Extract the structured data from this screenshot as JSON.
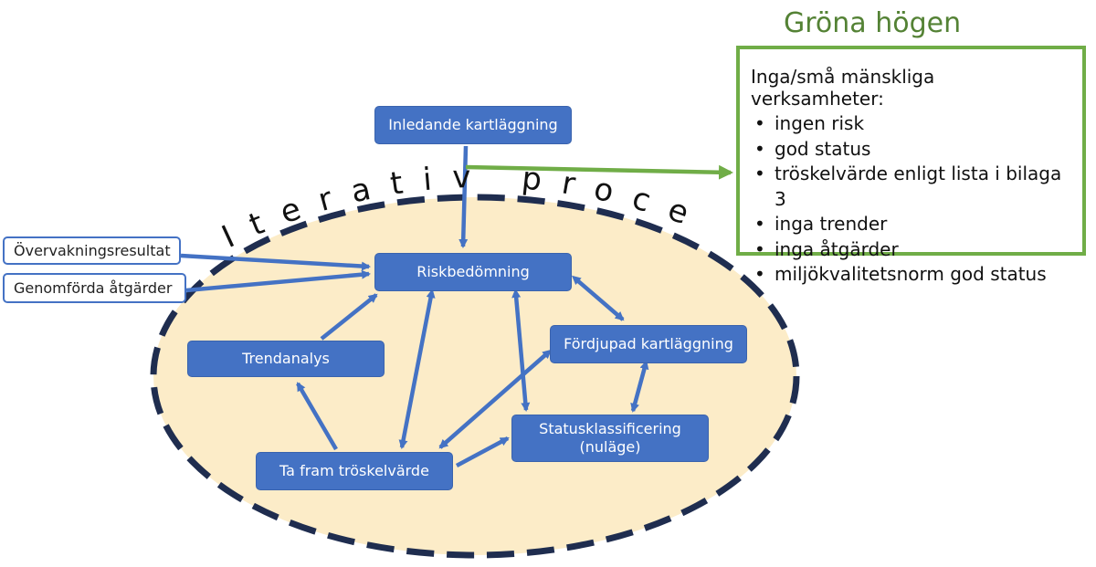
{
  "diagram": {
    "cycle_label": "Iterativ process",
    "nodes": {
      "initial_mapping": "Inledande kartläggning",
      "risk_assessment": "Riskbedömning",
      "trend_analysis": "Trendanalys",
      "detailed_mapping": "Fördjupad kartläggning",
      "status_classification_line1": "Statusklassificering",
      "status_classification_line2": "(nuläge)",
      "threshold": "Ta fram tröskelvärde"
    },
    "inputs": {
      "monitoring_results": "Övervakningsresultat",
      "completed_measures": "Genomförda åtgärder"
    }
  },
  "green_heap": {
    "title": "Gröna högen",
    "intro": "Inga/små mänskliga verksamheter:",
    "items": [
      "ingen risk",
      "god status",
      "tröskelvärde enligt lista i bilaga 3",
      "inga trender",
      "inga åtgärder",
      "miljökvalitetsnorm god status"
    ]
  },
  "colors": {
    "node_fill": "#4472c4",
    "arrow": "#4472c4",
    "ellipse_fill": "#fcecc8",
    "ellipse_border": "#1f2d4f",
    "green_border": "#70ad47",
    "green_arrow": "#70ad47",
    "green_title": "#548235"
  }
}
